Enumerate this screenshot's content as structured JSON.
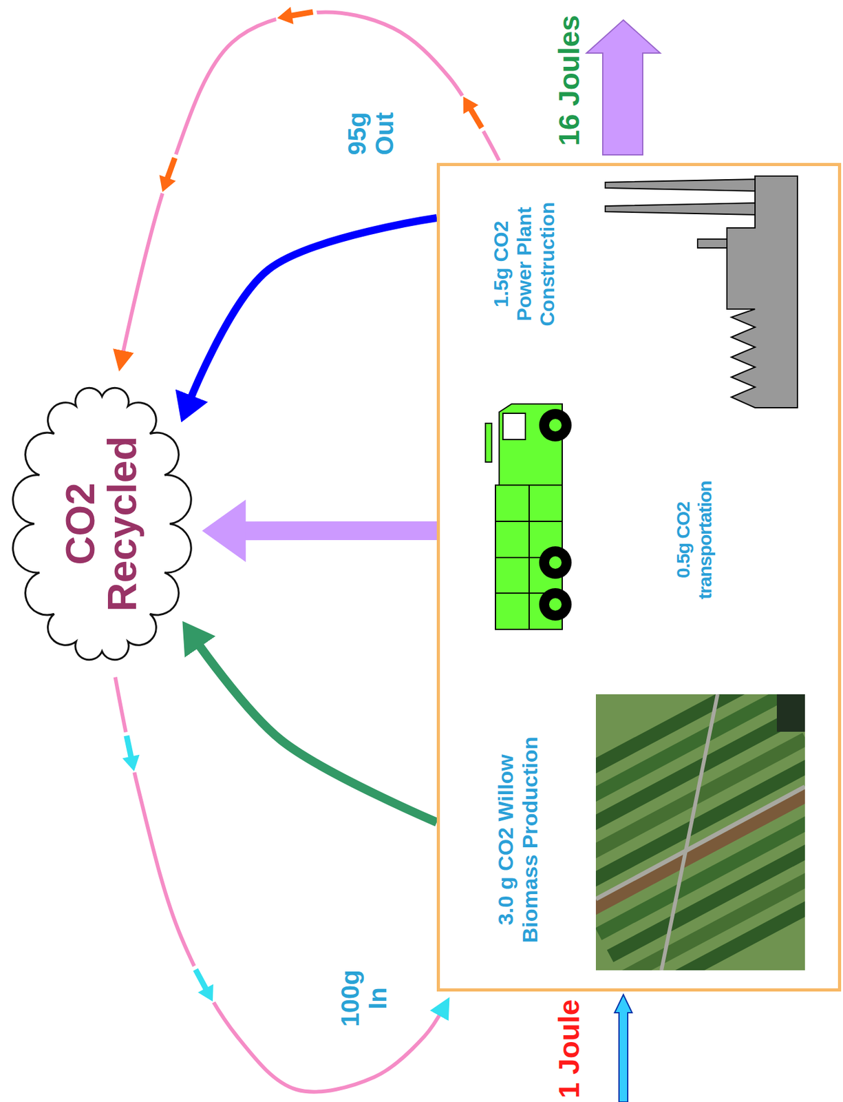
{
  "diagram": {
    "nodes": [
      {
        "text": [
          "CO2 Recycled"
        ]
      },
      {
        "text": [
          "3.0 g CO2 Willow Biomass Production",
          "0.5g CO2 transportation",
          "1.5g CO2 Power Plant Construction"
        ]
      }
    ],
    "edges": [
      {
        "from": 1,
        "to": 0,
        "arrow": "to"
      },
      {
        "from": 1,
        "to": 0,
        "arrow": "to"
      },
      {
        "from": 1,
        "to": 0,
        "arrow": "to"
      },
      {
        "from": 0,
        "to": 1,
        "label": "100g In",
        "arrow": "to"
      },
      {
        "from": 1,
        "to": 0,
        "label": "95g Out",
        "arrow": "to"
      }
    ],
    "labels": [
      "16 Joules",
      "1 Joule"
    ]
  }
}
